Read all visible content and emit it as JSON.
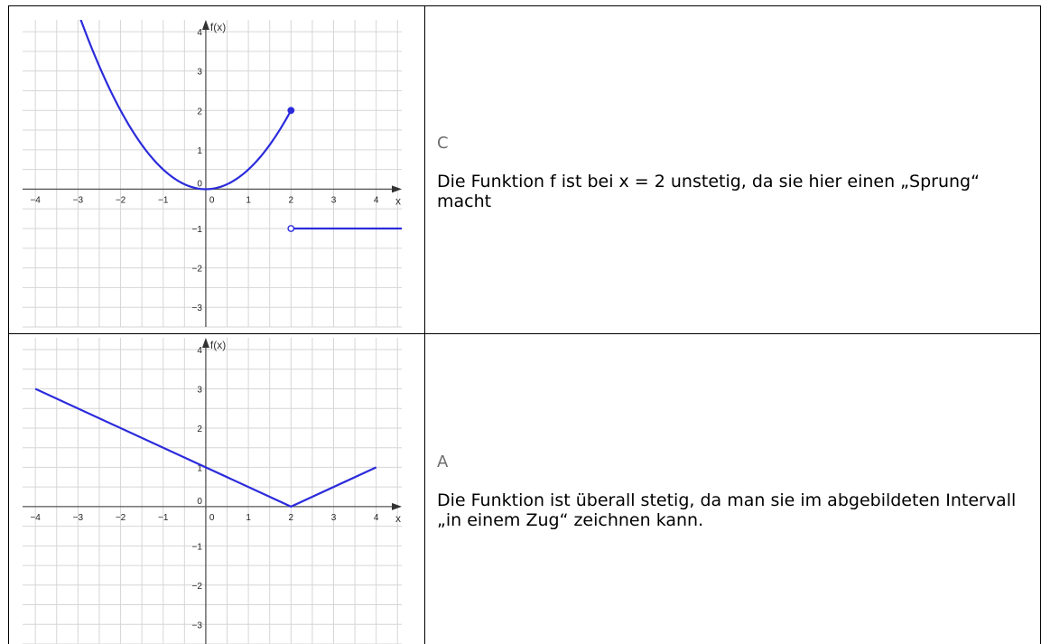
{
  "chart_data": [
    {
      "type": "line",
      "xlabel": "x",
      "ylabel": "f(x)",
      "xlim": [
        -4.3,
        4.6
      ],
      "ylim": [
        -3.5,
        4.3
      ],
      "xticks": [
        -4,
        -3,
        -2,
        -1,
        0,
        1,
        2,
        3,
        4
      ],
      "yticks": [
        -3,
        -2,
        -1,
        1,
        2,
        3,
        4
      ],
      "grid": true,
      "line_color": "#2b2bdc",
      "series": [
        {
          "kind": "function",
          "expr": "x*x/2",
          "x_from": -4,
          "x_to": 2
        },
        {
          "kind": "segment",
          "points": [
            [
              2,
              -1
            ],
            [
              4.6,
              -1
            ]
          ]
        }
      ],
      "markers": [
        {
          "x": 2,
          "y": 2,
          "filled": true
        },
        {
          "x": 2,
          "y": -1,
          "filled": false
        }
      ]
    },
    {
      "type": "line",
      "xlabel": "x",
      "ylabel": "f(x)",
      "xlim": [
        -4.3,
        4.6
      ],
      "ylim": [
        -3.5,
        4.3
      ],
      "xticks": [
        -4,
        -3,
        -2,
        -1,
        0,
        1,
        2,
        3,
        4
      ],
      "yticks": [
        -3,
        -2,
        -1,
        1,
        2,
        3,
        4
      ],
      "grid": true,
      "line_color": "#2b2bdc",
      "series": [
        {
          "kind": "polyline",
          "points": [
            [
              -4,
              3
            ],
            [
              2,
              0
            ],
            [
              4,
              1
            ]
          ]
        }
      ],
      "markers": []
    }
  ],
  "rows": [
    {
      "letter": "C",
      "text": "Die Funktion f ist bei x = 2 unstetig, da sie hier einen „Sprung“ macht"
    },
    {
      "letter": "A",
      "text": "Die Funktion ist überall stetig, da man sie im abgebildeten Intervall „in einem Zug“ zeichnen kann."
    }
  ]
}
